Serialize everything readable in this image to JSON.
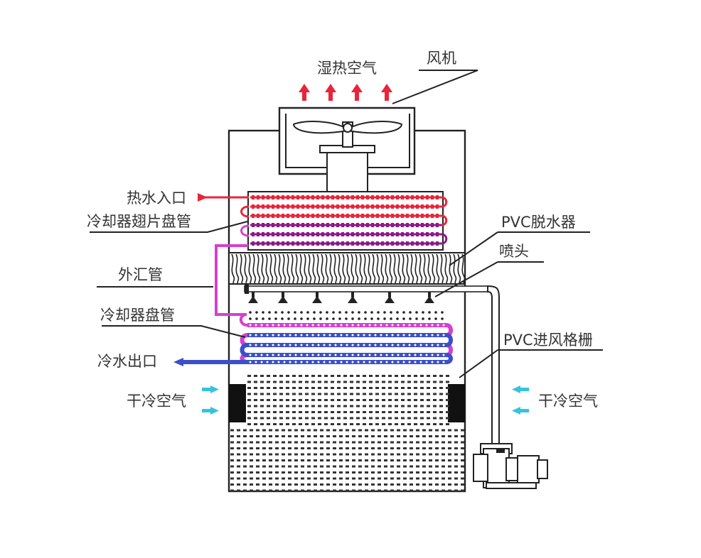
{
  "labels": {
    "humid_hot_air": "湿热空气",
    "fan": "风机",
    "hot_water_inlet": "热水入口",
    "finned_coil": "冷却器翅片盘管",
    "pvc_eliminator": "PVC脱水器",
    "nozzle": "喷头",
    "outer_manifold": "外汇管",
    "cooler_coil": "冷却器盘管",
    "pvc_louver": "PVC进风格栅",
    "cold_water_outlet": "冷水出口",
    "dry_cold_air_left": "干冷空气",
    "dry_cold_air_right": "干冷空气"
  },
  "colors": {
    "hot": "#e8253a",
    "purple": "#8b1a8a",
    "magenta": "#d63fd0",
    "blue": "#3a4fc9",
    "cyan": "#36c3dd",
    "text": "#333333"
  }
}
